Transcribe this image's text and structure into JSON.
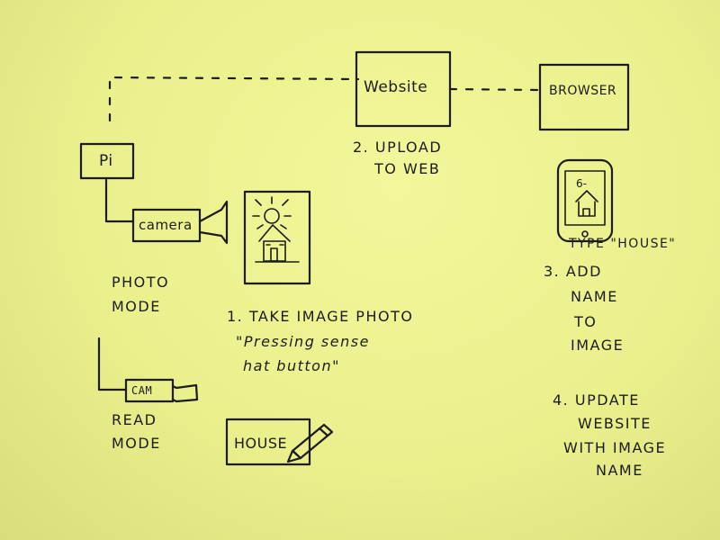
{
  "paper_color": "#eef295",
  "ink_color": "#1c1c1a",
  "nodes": {
    "website": "Website",
    "browser": "BROWSER",
    "pi": "Pi",
    "camera": "camera",
    "cam": "CAM",
    "house": "HOUSE",
    "phone_screen": "6-"
  },
  "labels": {
    "photo_mode": [
      "PHOTO",
      "MODE"
    ],
    "read_mode": [
      "READ",
      "MODE"
    ],
    "step1": [
      "1. TAKE IMAGE PHOTO",
      "\"Pressing sense",
      "hat button\""
    ],
    "step2": [
      "2. UPLOAD",
      "TO WEB"
    ],
    "type_house": "TYPE \"HOUSE\"",
    "step3": [
      "3. ADD",
      "NAME",
      "TO",
      "IMAGE"
    ],
    "step4": [
      "4. UPDATE",
      "WEBSITE",
      "WITH IMAGE",
      "NAME"
    ]
  },
  "icons": [
    "photo-frame-icon",
    "sun-icon",
    "house-icon",
    "phone-icon",
    "pencil-icon",
    "camera-lens-icon"
  ]
}
